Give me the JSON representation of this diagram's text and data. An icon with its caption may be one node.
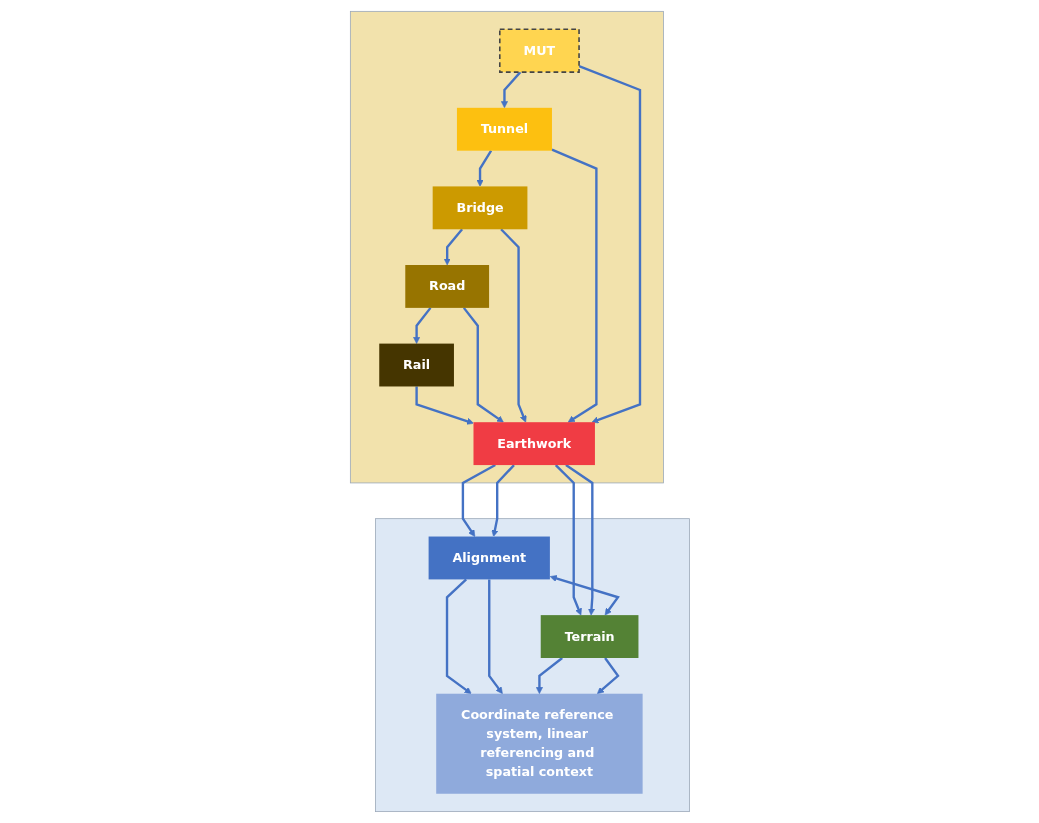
{
  "diagram": {
    "nodes": [
      {
        "text": [],
        "shape": "box"
      },
      {
        "text": [
          "Rail"
        ],
        "in": 0
      },
      {
        "text": [
          "Road"
        ],
        "in": 0
      },
      {
        "text": [
          "Bridge"
        ],
        "in": 0
      },
      {
        "text": [
          "Tunnel"
        ],
        "in": 0
      },
      {
        "text": [
          "MUT"
        ],
        "in": 0
      },
      {
        "text": [
          "Earthwork"
        ],
        "in": 0
      },
      {
        "text": [],
        "shape": "box"
      },
      {
        "text": [
          "Alignment"
        ],
        "in": 7
      },
      {
        "text": [
          "Terrain"
        ],
        "in": 7
      },
      {
        "text": [
          "Coordinate reference system, linear referencing and spatial context"
        ],
        "in": 7
      }
    ],
    "edges": [
      {
        "from": 2,
        "to": 1,
        "arrow": "to"
      },
      {
        "from": 3,
        "to": 2,
        "arrow": "to"
      },
      {
        "from": 4,
        "to": 3,
        "arrow": "to"
      },
      {
        "from": 5,
        "to": 4,
        "arrow": "to"
      },
      {
        "from": 1,
        "to": 6,
        "arrow": "to"
      },
      {
        "from": 2,
        "to": 6,
        "arrow": "to"
      },
      {
        "from": 3,
        "to": 6,
        "arrow": "to"
      },
      {
        "from": 4,
        "to": 6,
        "arrow": "to"
      },
      {
        "from": 5,
        "to": 6,
        "arrow": "to"
      },
      {
        "from": 6,
        "to": 8,
        "arrow": "to"
      },
      {
        "from": 6,
        "to": 8,
        "arrow": "to"
      },
      {
        "from": 6,
        "to": 9,
        "arrow": "to"
      },
      {
        "from": 6,
        "to": 9,
        "arrow": "to"
      },
      {
        "from": 8,
        "to": 9,
        "arrow": "both"
      },
      {
        "from": 8,
        "to": 10,
        "arrow": "to"
      },
      {
        "from": 8,
        "to": 10,
        "arrow": "to"
      },
      {
        "from": 9,
        "to": 10,
        "arrow": "to"
      },
      {
        "from": 9,
        "to": 10,
        "arrow": "to"
      }
    ]
  }
}
